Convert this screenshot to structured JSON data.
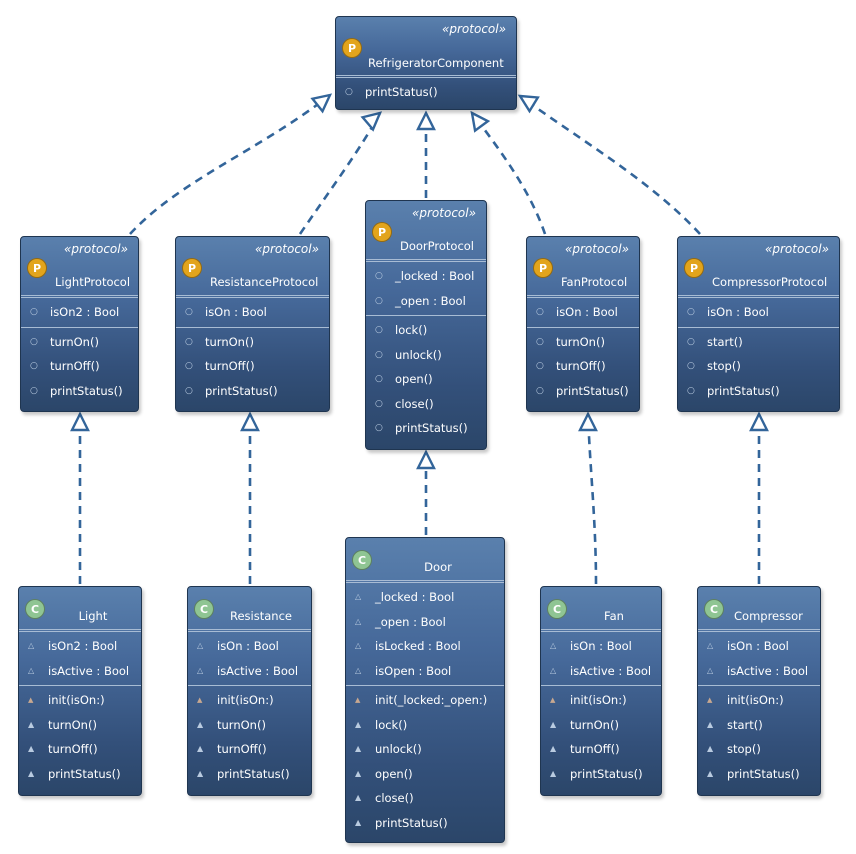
{
  "diagram": {
    "stereotype": "«protocol»",
    "nodes": [
      {
        "id": "RefrigeratorComponent",
        "kind": "P",
        "stereotype": true,
        "name": "RefrigeratorComponent",
        "fields": [],
        "methods": [
          "printStatus()"
        ]
      },
      {
        "id": "LightProtocol",
        "kind": "P",
        "stereotype": true,
        "name": "LightProtocol",
        "fields": [
          "isOn2 : Bool"
        ],
        "methods": [
          "turnOn()",
          "turnOff()",
          "printStatus()"
        ]
      },
      {
        "id": "ResistanceProtocol",
        "kind": "P",
        "stereotype": true,
        "name": "ResistanceProtocol",
        "fields": [
          "isOn : Bool"
        ],
        "methods": [
          "turnOn()",
          "turnOff()",
          "printStatus()"
        ]
      },
      {
        "id": "DoorProtocol",
        "kind": "P",
        "stereotype": true,
        "name": "DoorProtocol",
        "fields": [
          "_locked : Bool",
          "_open : Bool"
        ],
        "methods": [
          "lock()",
          "unlock()",
          "open()",
          "close()",
          "printStatus()"
        ]
      },
      {
        "id": "FanProtocol",
        "kind": "P",
        "stereotype": true,
        "name": "FanProtocol",
        "fields": [
          "isOn : Bool"
        ],
        "methods": [
          "turnOn()",
          "turnOff()",
          "printStatus()"
        ]
      },
      {
        "id": "CompressorProtocol",
        "kind": "P",
        "stereotype": true,
        "name": "CompressorProtocol",
        "fields": [
          "isOn : Bool"
        ],
        "methods": [
          "start()",
          "stop()",
          "printStatus()"
        ]
      },
      {
        "id": "Light",
        "kind": "C",
        "stereotype": false,
        "name": "Light",
        "fields": [
          "isOn2 : Bool",
          "isActive : Bool"
        ],
        "methods": [
          "init(isOn:)",
          "turnOn()",
          "turnOff()",
          "printStatus()"
        ]
      },
      {
        "id": "Resistance",
        "kind": "C",
        "stereotype": false,
        "name": "Resistance",
        "fields": [
          "isOn : Bool",
          "isActive : Bool"
        ],
        "methods": [
          "init(isOn:)",
          "turnOn()",
          "turnOff()",
          "printStatus()"
        ]
      },
      {
        "id": "Door",
        "kind": "C",
        "stereotype": false,
        "name": "Door",
        "fields": [
          "_locked : Bool",
          "_open : Bool",
          "isLocked : Bool",
          "isOpen : Bool"
        ],
        "methods": [
          "init(_locked:_open:)",
          "lock()",
          "unlock()",
          "open()",
          "close()",
          "printStatus()"
        ]
      },
      {
        "id": "Fan",
        "kind": "C",
        "stereotype": false,
        "name": "Fan",
        "fields": [
          "isOn : Bool",
          "isActive : Bool"
        ],
        "methods": [
          "init(isOn:)",
          "turnOn()",
          "turnOff()",
          "printStatus()"
        ]
      },
      {
        "id": "Compressor",
        "kind": "C",
        "stereotype": false,
        "name": "Compressor",
        "fields": [
          "isOn : Bool",
          "isActive : Bool"
        ],
        "methods": [
          "init(isOn:)",
          "start()",
          "stop()",
          "printStatus()"
        ]
      }
    ],
    "edges": [
      {
        "from": "LightProtocol",
        "to": "RefrigeratorComponent",
        "type": "realization"
      },
      {
        "from": "ResistanceProtocol",
        "to": "RefrigeratorComponent",
        "type": "realization"
      },
      {
        "from": "DoorProtocol",
        "to": "RefrigeratorComponent",
        "type": "realization"
      },
      {
        "from": "FanProtocol",
        "to": "RefrigeratorComponent",
        "type": "realization"
      },
      {
        "from": "CompressorProtocol",
        "to": "RefrigeratorComponent",
        "type": "realization"
      },
      {
        "from": "Light",
        "to": "LightProtocol",
        "type": "realization"
      },
      {
        "from": "Resistance",
        "to": "ResistanceProtocol",
        "type": "realization"
      },
      {
        "from": "Door",
        "to": "DoorProtocol",
        "type": "realization"
      },
      {
        "from": "Fan",
        "to": "FanProtocol",
        "type": "realization"
      },
      {
        "from": "Compressor",
        "to": "CompressorProtocol",
        "type": "realization"
      }
    ],
    "colors": {
      "box_top": "#5a80ad",
      "box_bottom": "#2b4669",
      "edge": "#33659a",
      "protocol_badge": "#e2a41c",
      "class_badge": "#8fc593"
    }
  }
}
